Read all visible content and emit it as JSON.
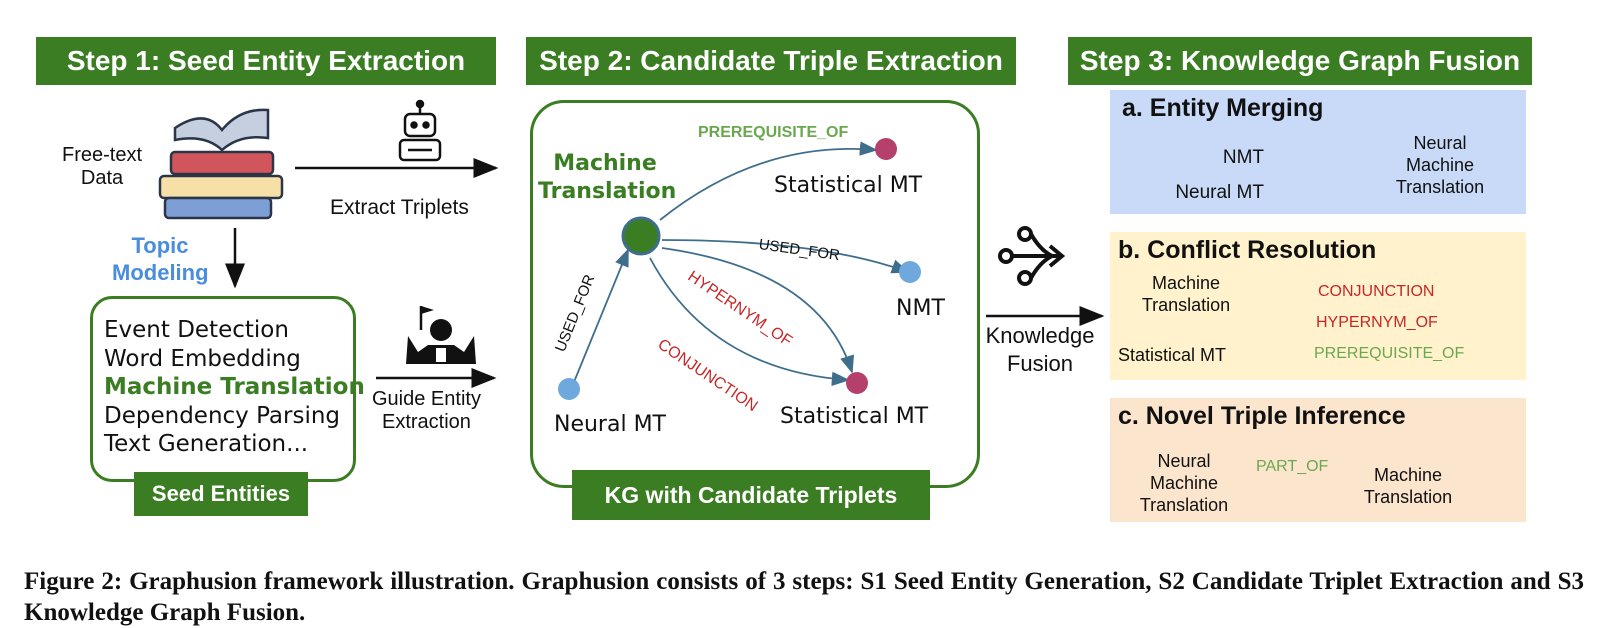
{
  "steps": [
    {
      "title": "Step 1: Seed Entity Extraction"
    },
    {
      "title": "Step 2: Candidate Triple Extraction"
    },
    {
      "title": "Step 3: Knowledge Graph Fusion"
    }
  ],
  "step1": {
    "source_label_line1": "Free-text",
    "source_label_line2": "Data",
    "topic_line1": "Topic",
    "topic_line2": "Modeling",
    "seed_entities": [
      "Event Detection",
      "Word Embedding",
      "Machine Translation",
      "Dependency Parsing",
      "Text Generation..."
    ],
    "seed_footer": "Seed Entities",
    "extract_label": "Extract Triplets",
    "guide_line1": "Guide Entity",
    "guide_line2": "Extraction"
  },
  "step2": {
    "center_line1": "Machine",
    "center_line2": "Translation",
    "nodes": {
      "stat_top": "Statistical MT",
      "nmt": "NMT",
      "neural": "Neural MT",
      "stat_bottom": "Statistical MT"
    },
    "edges": {
      "prereq": "PREREQUISITE_OF",
      "used_for_right": "USED_FOR",
      "hypernym": "HYPERNYM_OF",
      "conjunction": "CONJUNCTION",
      "used_for_left": "USED_FOR"
    },
    "footer": "KG with Candidate Triplets"
  },
  "fusion": {
    "line1": "Knowledge",
    "line2": "Fusion"
  },
  "step3": {
    "a": {
      "title": "a.  Entity Merging",
      "left1": "NMT",
      "left2": "Neural MT",
      "right_line1": "Neural",
      "right_line2": "Machine",
      "right_line3": "Translation"
    },
    "b": {
      "title": "b. Conflict Resolution",
      "top_line1": "Machine",
      "top_line2": "Translation",
      "bottom": "Statistical MT",
      "option1": "CONJUNCTION",
      "option2": "HYPERNYM_OF",
      "option3": "PREREQUISITE_OF"
    },
    "c": {
      "title": "c. Novel Triple Inference",
      "left_line1": "Neural",
      "left_line2": "Machine",
      "left_line3": "Translation",
      "edge": "PART_OF",
      "right_line1": "Machine",
      "right_line2": "Translation"
    }
  },
  "caption": "Figure 2: Graphusion framework illustration. Graphusion consists of 3 steps: S1 Seed Entity Generation, S2 Candidate Triplet Extraction and S3 Knowledge Graph Fusion.",
  "colors": {
    "green": "#3a7d22",
    "blue_node": "#6fa8dc",
    "red_node": "#b5406b",
    "panel_a": "#c9daf8",
    "panel_b": "#fff2cc",
    "panel_c": "#fce5cd"
  }
}
